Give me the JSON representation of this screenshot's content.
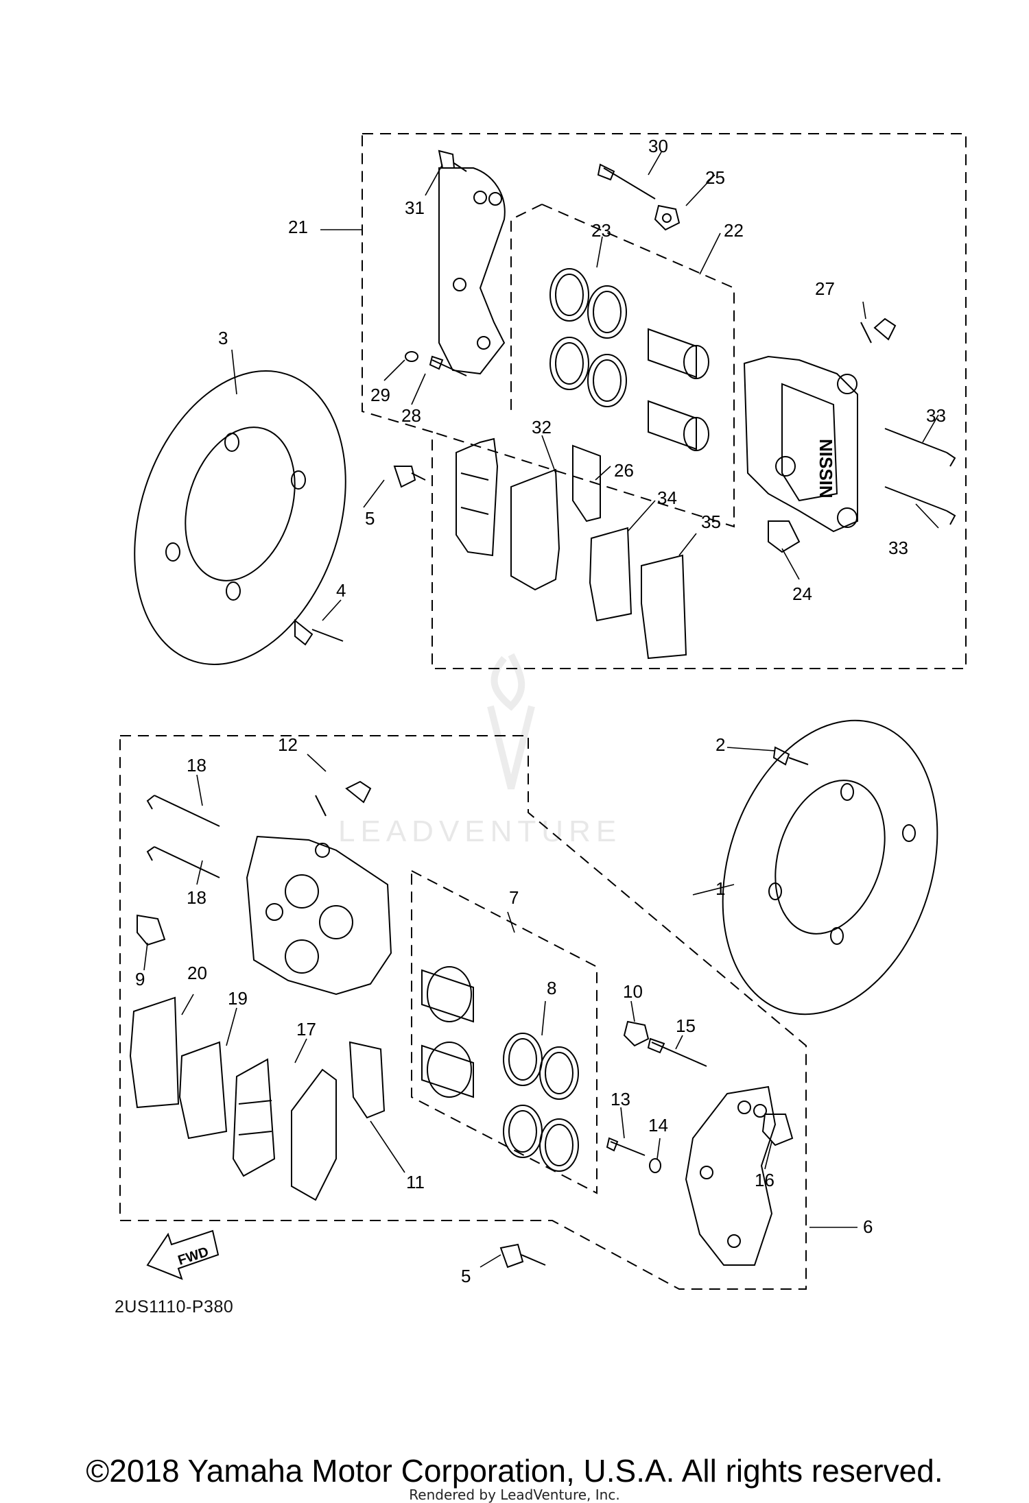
{
  "diagram": {
    "code": "2US1110-P380",
    "fwd_label": "FWD",
    "watermark": "LEADVENTURE",
    "caliper_brand": "NISSIN",
    "callouts": [
      "1",
      "2",
      "3",
      "4",
      "5",
      "5",
      "6",
      "7",
      "8",
      "9",
      "10",
      "11",
      "12",
      "13",
      "14",
      "15",
      "16",
      "17",
      "18",
      "18",
      "19",
      "20",
      "21",
      "22",
      "23",
      "24",
      "25",
      "26",
      "27",
      "28",
      "29",
      "30",
      "31",
      "32",
      "33",
      "33",
      "34",
      "35"
    ]
  },
  "footer": {
    "copyright": "©2018 Yamaha Motor Corporation, U.S.A. All rights reserved.",
    "rendered_by": "Rendered by LeadVenture, Inc."
  }
}
